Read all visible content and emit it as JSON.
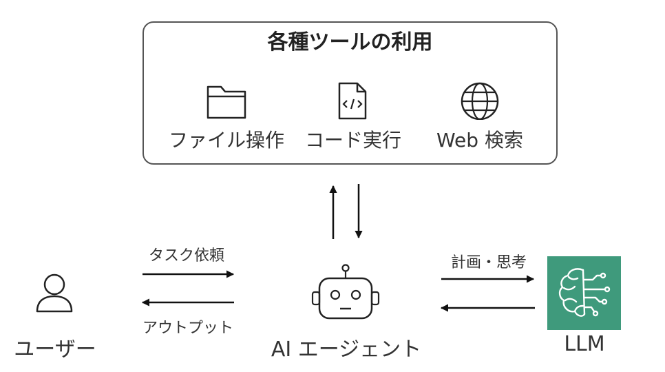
{
  "tools": {
    "title": "各種ツールの利用",
    "items": [
      {
        "label": "ファイル操作",
        "icon": "folder-icon"
      },
      {
        "label": "コード実行",
        "icon": "code-file-icon"
      },
      {
        "label": "Web 検索",
        "icon": "globe-icon"
      }
    ]
  },
  "nodes": {
    "user": {
      "label": "ユーザー",
      "icon": "user-icon"
    },
    "agent": {
      "label": "AI エージェント",
      "icon": "robot-icon"
    },
    "llm": {
      "label": "LLM",
      "icon": "brain-circuit-icon",
      "color": "#3f9a7c"
    }
  },
  "edges": {
    "task_request": "タスク依頼",
    "output": "アウトプット",
    "plan_think": "計画・思考"
  },
  "colors": {
    "stroke": "#222222",
    "llm_bg": "#3f9a7c"
  }
}
